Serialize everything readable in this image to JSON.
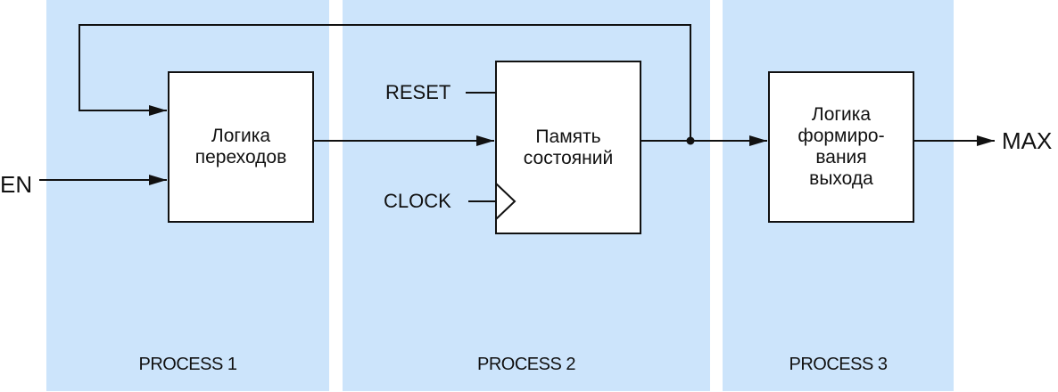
{
  "panels": [
    {
      "label": "PROCESS 1"
    },
    {
      "label": "PROCESS 2"
    },
    {
      "label": "PROCESS 3"
    }
  ],
  "blocks": {
    "transition_logic": "Логика\nпереходов",
    "state_memory": "Память\nсостояний",
    "output_logic": "Логика\nформиро-\nвания\nвыхода"
  },
  "signals": {
    "en": "EN",
    "reset": "RESET",
    "clock": "CLOCK",
    "max": "MAX"
  },
  "colors": {
    "panel_fill": "#cce4fb",
    "line": "#111111"
  }
}
